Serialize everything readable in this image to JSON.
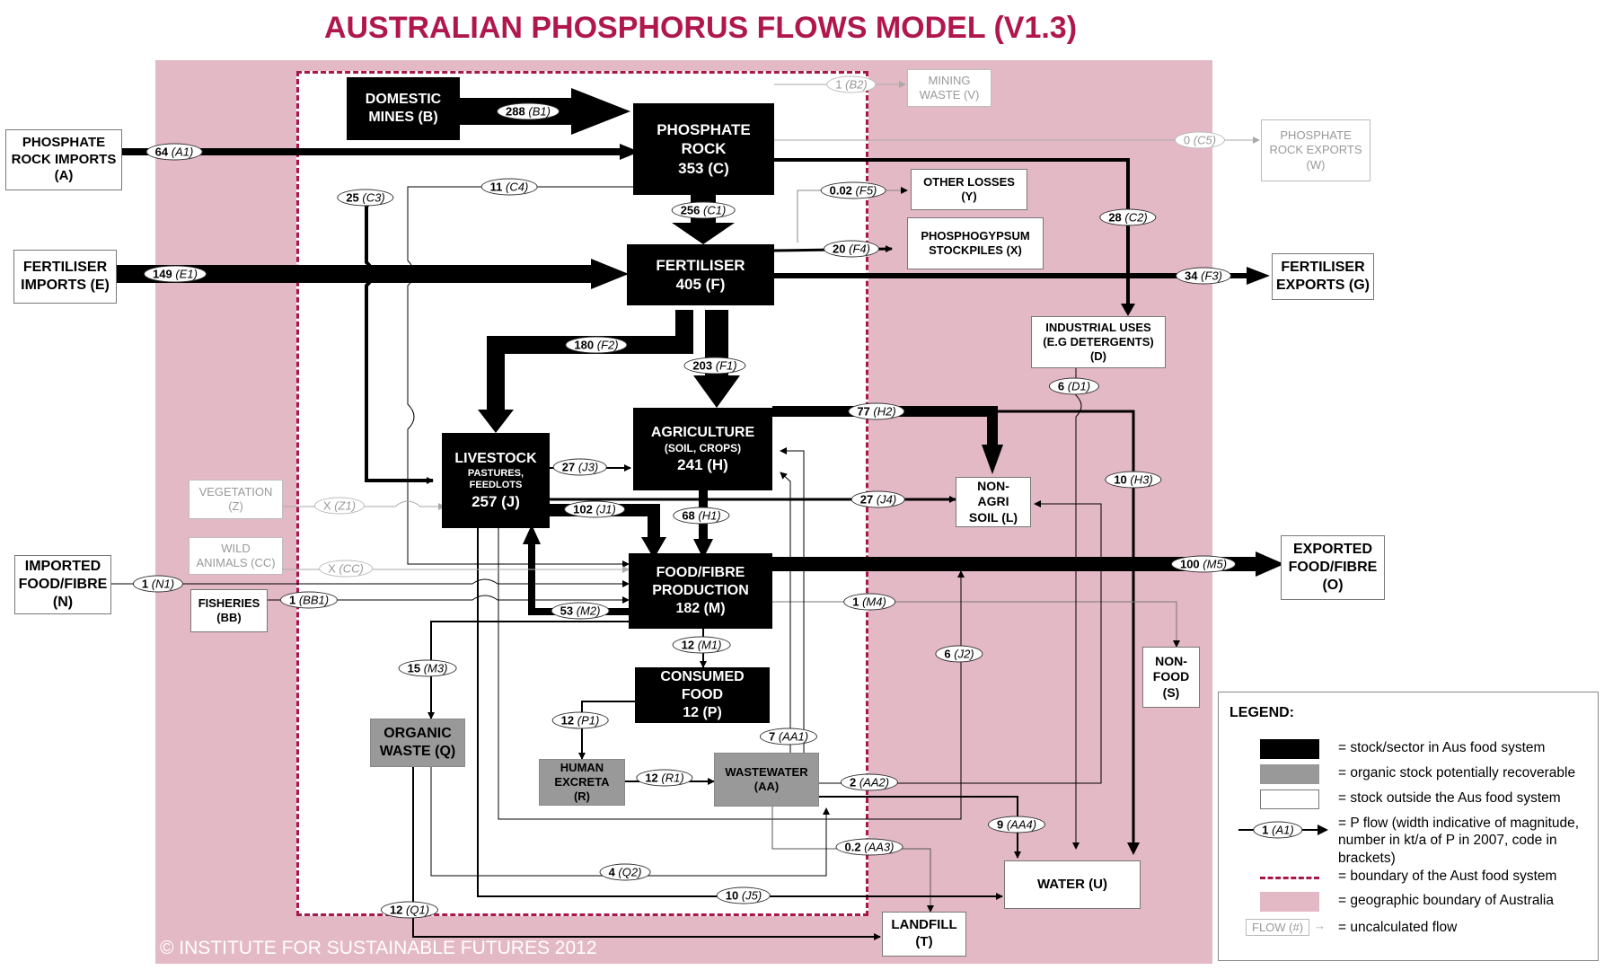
{
  "title": "AUSTRALIAN PHOSPHORUS FLOWS MODEL (V1.3)",
  "copyright": "© INSTITUTE FOR SUSTAINABLE FUTURES 2012",
  "colors": {
    "geographic_boundary": "#e4b9c6",
    "food_system_boundary": "#a8174a",
    "stock": "#000000",
    "organic": "#999999"
  },
  "nodes": {
    "A": "PHOSPHATE\nROCK IMPORTS\n(A)",
    "B": "DOMESTIC\nMINES (B)",
    "C": "PHOSPHATE\nROCK\n353 (C)",
    "V": "MINING\nWASTE (V)",
    "W": "PHOSPHATE\nROCK EXPORTS\n(W)",
    "Y": "OTHER LOSSES\n(Y)",
    "X": "PHOSPHOGYPSUM\nSTOCKPILES (X)",
    "E": "FERTILISER\nIMPORTS (E)",
    "F": "FERTILISER\n405 (F)",
    "G": "FERTILISER\nEXPORTS (G)",
    "D": "INDUSTRIAL USES\n(E.G DETERGENTS)\n(D)",
    "H_title": "AGRICULTURE",
    "H_sub": "(SOIL, CROPS)",
    "H_val": "241 (H)",
    "J_title": "LIVESTOCK",
    "J_sub": "PASTURES,\nFEEDLOTS",
    "J_val": "257 (J)",
    "L": "NON-\nAGRI\nSOIL (L)",
    "Z": "VEGETATION\n(Z)",
    "CC": "WILD\nANIMALS (CC)",
    "N": "IMPORTED\nFOOD/FIBRE\n(N)",
    "BB": "FISHERIES\n(BB)",
    "M": "FOOD/FIBRE\nPRODUCTION\n182 (M)",
    "O": "EXPORTED\nFOOD/FIBRE\n(O)",
    "S": "NON-\nFOOD\n(S)",
    "P": "CONSUMED\nFOOD\n12 (P)",
    "Q": "ORGANIC\nWASTE (Q)",
    "R": "HUMAN\nEXCRETA\n(R)",
    "AA": "WASTEWATER\n(AA)",
    "U": "WATER (U)",
    "T": "LANDFILL\n(T)"
  },
  "flows": {
    "B1": {
      "v": "288",
      "c": "(B1)"
    },
    "B2": {
      "v": "1",
      "c": "(B2)"
    },
    "A1": {
      "v": "64",
      "c": "(A1)"
    },
    "C5": {
      "v": "0",
      "c": "(C5)"
    },
    "C3": {
      "v": "25",
      "c": "(C3)"
    },
    "C4": {
      "v": "11",
      "c": "(C4)"
    },
    "C1": {
      "v": "256",
      "c": "(C1)"
    },
    "F5": {
      "v": "0.02",
      "c": "(F5)"
    },
    "F4": {
      "v": "20",
      "c": "(F4)"
    },
    "C2": {
      "v": "28",
      "c": "(C2)"
    },
    "E1": {
      "v": "149",
      "c": "(E1)"
    },
    "F3": {
      "v": "34",
      "c": "(F3)"
    },
    "F2": {
      "v": "180",
      "c": "(F2)"
    },
    "F1": {
      "v": "203",
      "c": "(F1)"
    },
    "D1": {
      "v": "6",
      "c": "(D1)"
    },
    "H2": {
      "v": "77",
      "c": "(H2)"
    },
    "J3": {
      "v": "27",
      "c": "(J3)"
    },
    "H3": {
      "v": "10",
      "c": "(H3)"
    },
    "Z1": {
      "v": "X",
      "c": "(Z1)"
    },
    "J1": {
      "v": "102",
      "c": "(J1)"
    },
    "H1": {
      "v": "68",
      "c": "(H1)"
    },
    "J4": {
      "v": "27",
      "c": "(J4)"
    },
    "CCf": {
      "v": "X",
      "c": "(CC)"
    },
    "M5": {
      "v": "100",
      "c": "(M5)"
    },
    "N1": {
      "v": "1",
      "c": "(N1)"
    },
    "BB1": {
      "v": "1",
      "c": "(BB1)"
    },
    "M4": {
      "v": "1",
      "c": "(M4)"
    },
    "M2": {
      "v": "53",
      "c": "(M2)"
    },
    "M1": {
      "v": "12",
      "c": "(M1)"
    },
    "M3": {
      "v": "15",
      "c": "(M3)"
    },
    "J2": {
      "v": "6",
      "c": "(J2)"
    },
    "P1": {
      "v": "12",
      "c": "(P1)"
    },
    "AA1": {
      "v": "7",
      "c": "(AA1)"
    },
    "R1": {
      "v": "12",
      "c": "(R1)"
    },
    "AA2": {
      "v": "2",
      "c": "(AA2)"
    },
    "AA4": {
      "v": "9",
      "c": "(AA4)"
    },
    "AA3": {
      "v": "0.2",
      "c": "(AA3)"
    },
    "Q2": {
      "v": "4",
      "c": "(Q2)"
    },
    "J5": {
      "v": "10",
      "c": "(J5)"
    },
    "Q1": {
      "v": "12",
      "c": "(Q1)"
    }
  },
  "legend": {
    "title": "LEGEND:",
    "stock": "= stock/sector in Aus food system",
    "organic": "= organic stock potentially recoverable",
    "outside": "= stock outside the Aus food system",
    "flow_sample": {
      "v": "1",
      "c": "(A1)"
    },
    "flow": "= P flow (width indicative of magnitude,\nnumber in kt/a of P in 2007, code in\nbrackets)",
    "food_boundary": "= boundary of the Aust food system",
    "geo_boundary": "= geographic boundary of  Australia",
    "uncalc_sample": "FLOW (#)",
    "uncalc": "= uncalculated flow"
  }
}
